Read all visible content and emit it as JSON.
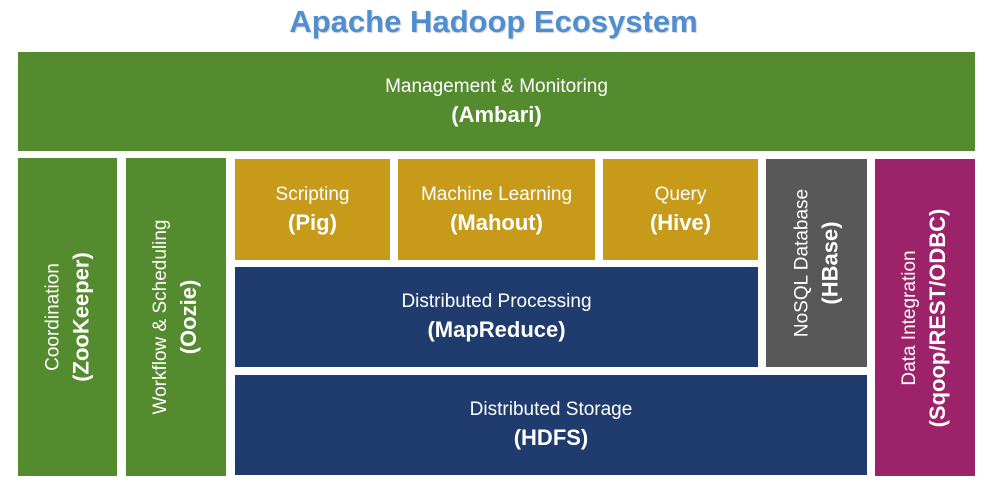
{
  "title": "Apache Hadoop Ecosystem",
  "layers": {
    "management": {
      "label": "Management & Monitoring",
      "tool": "(Ambari)"
    },
    "coordination": {
      "label": "Coordination",
      "tool": "(ZooKeeper)"
    },
    "workflow": {
      "label": "Workflow & Scheduling",
      "tool": "(Oozie)"
    },
    "scripting": {
      "label": "Scripting",
      "tool": "(Pig)"
    },
    "machine_learning": {
      "label": "Machine Learning",
      "tool": "(Mahout)"
    },
    "query": {
      "label": "Query",
      "tool": "(Hive)"
    },
    "processing": {
      "label": "Distributed Processing",
      "tool": "(MapReduce)"
    },
    "storage": {
      "label": "Distributed Storage",
      "tool": "(HDFS)"
    },
    "nosql": {
      "label": "NoSQL Database",
      "tool": "(HBase)"
    },
    "integration": {
      "label": "Data Integration",
      "tool": "(Sqoop/REST/ODBC)"
    }
  },
  "colors": {
    "title": "#4f8fd1",
    "management": "#548b2e",
    "coordination": "#548b2e",
    "workflow": "#548b2e",
    "tools": "#c79a1a",
    "core": "#203b6d",
    "nosql": "#585858",
    "integration": "#9c2369"
  }
}
